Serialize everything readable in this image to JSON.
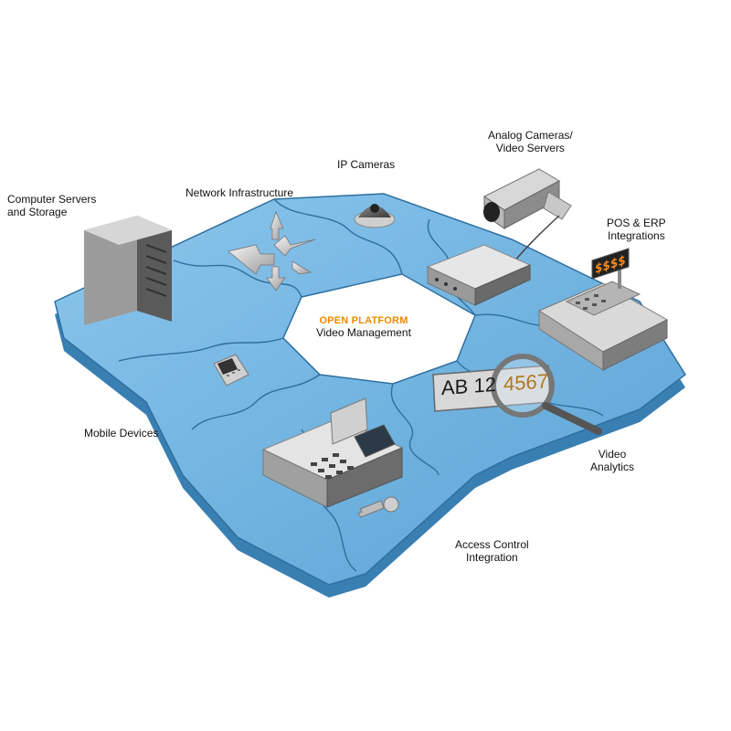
{
  "center": {
    "title": "OPEN PLATFORM",
    "subtitle": "Video Management"
  },
  "labels": {
    "computer_servers": [
      "Computer Servers",
      "and Storage"
    ],
    "network_infrastructure": [
      "Network Infrastructure"
    ],
    "ip_cameras": [
      "IP Cameras"
    ],
    "analog_cameras": [
      "Analog Cameras/",
      "Video Servers"
    ],
    "pos_erp": [
      "POS & ERP",
      "Integrations"
    ],
    "mobile_devices": [
      "Mobile Devices"
    ],
    "video_analytics": [
      "Video",
      "Analytics"
    ],
    "access_control": [
      "Access Control",
      "Integration"
    ]
  },
  "devices": {
    "register_display": "$$$$",
    "plate_left": "AB 12",
    "plate_right": "4567"
  },
  "colors": {
    "puzzle_top": "#6fb3e0",
    "puzzle_side": "#3f85b8",
    "accent": "#f08a00"
  },
  "icons": [
    "server-icon",
    "network-arrows-icon",
    "dome-camera-icon",
    "analog-camera-icon",
    "video-server-icon",
    "cash-register-icon",
    "mobile-phone-icon",
    "magnifier-icon",
    "keypad-terminal-icon",
    "key-icon"
  ]
}
